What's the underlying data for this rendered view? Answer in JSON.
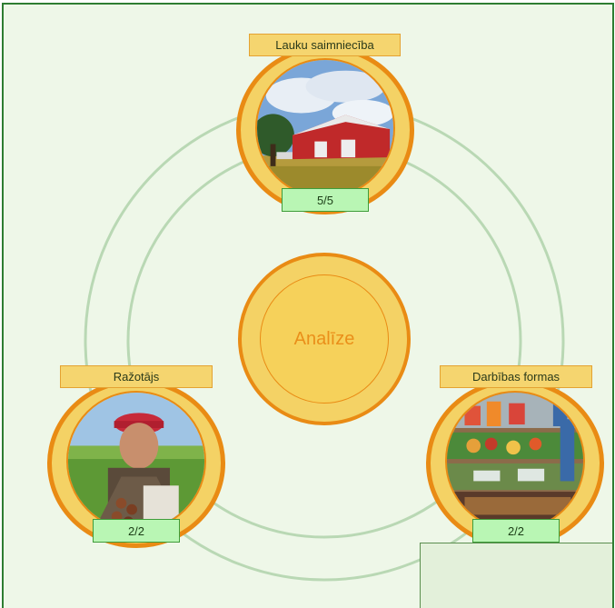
{
  "center": {
    "label": "Analīze"
  },
  "nodes": {
    "top": {
      "title": "Lauku saimniecība",
      "count": "5/5",
      "photo": "red-barn-photo"
    },
    "left": {
      "title": "Ražotājs",
      "count": "2/2",
      "photo": "farmer-photo"
    },
    "right": {
      "title": "Darbības formas",
      "count": "2/2",
      "photo": "market-stall-photo"
    }
  },
  "colors": {
    "frame_border": "#2e7d32",
    "background": "#eef7e8",
    "ring_orange": "#e98b14",
    "ring_yellow": "#f4d265",
    "count_green": "#b9f6b4",
    "connector": "#b9d8b4"
  }
}
